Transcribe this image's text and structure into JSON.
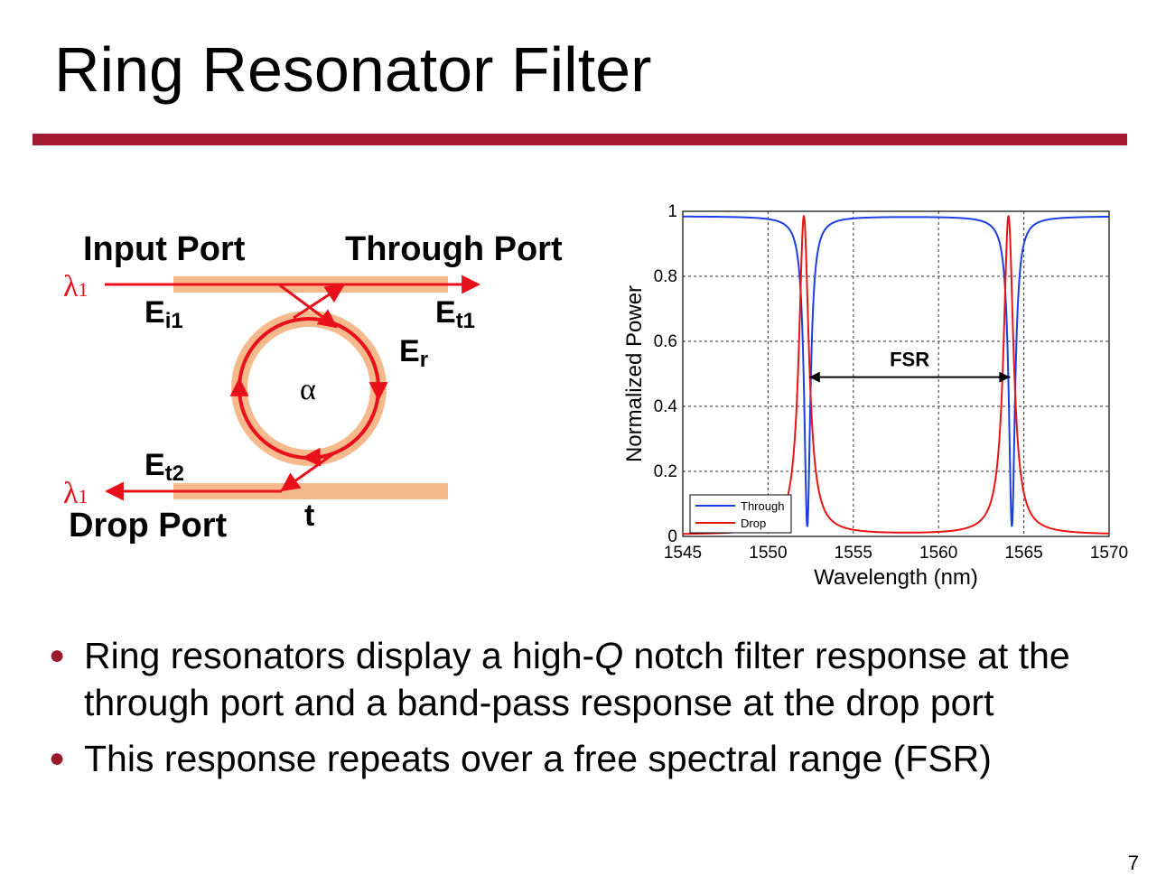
{
  "title": "Ring Resonator Filter",
  "page_number": "7",
  "colors": {
    "title_rule": "#a31a32",
    "waveguide": "#f6b98c",
    "signal": "#e8101a",
    "through_curve": "#1a3fe6",
    "drop_curve": "#e81515",
    "bullet": "#9a1b2e"
  },
  "diagram": {
    "input_port": "Input Port",
    "through_port": "Through Port",
    "drop_port": "Drop Port",
    "lambda": "λ",
    "lambda_sub": "1",
    "e": "E",
    "ei1_sub": "i1",
    "et1_sub": "t1",
    "er_sub": "r",
    "et2_sub": "t2",
    "alpha": "α",
    "t": "t"
  },
  "bullets": [
    {
      "before": "Ring resonators display a high-",
      "em": "Q",
      "after": " notch filter response at the through port and a band-pass response at the drop port"
    },
    {
      "before": "This response repeats over a free spectral range (FSR)",
      "em": "",
      "after": ""
    }
  ],
  "chart_data": {
    "type": "line",
    "xlabel": "Wavelength (nm)",
    "ylabel": "Normalized Power",
    "xlim": [
      1545,
      1570
    ],
    "ylim": [
      0,
      1
    ],
    "xticks": [
      1545,
      1550,
      1555,
      1560,
      1565,
      1570
    ],
    "yticks": [
      0,
      0.2,
      0.4,
      0.6,
      0.8,
      1
    ],
    "ytick_labels": [
      "0",
      "0.2",
      "0.4",
      "0.6",
      "0.8",
      "1"
    ],
    "grid": true,
    "legend": "bottom-left",
    "annotation": {
      "text": "FSR",
      "from": 1552.3,
      "to": 1564.3,
      "y": 0.49
    },
    "series": [
      {
        "name": "Through",
        "kind": "notch",
        "centers": [
          1552.3,
          1564.3
        ],
        "baseline": 0.985,
        "min": 0.03,
        "halfwidth": 0.22
      },
      {
        "name": "Drop",
        "kind": "peak",
        "centers": [
          1552.1,
          1564.1
        ],
        "floor": 0.005,
        "max": 0.985,
        "halfwidth": 0.35
      }
    ]
  }
}
